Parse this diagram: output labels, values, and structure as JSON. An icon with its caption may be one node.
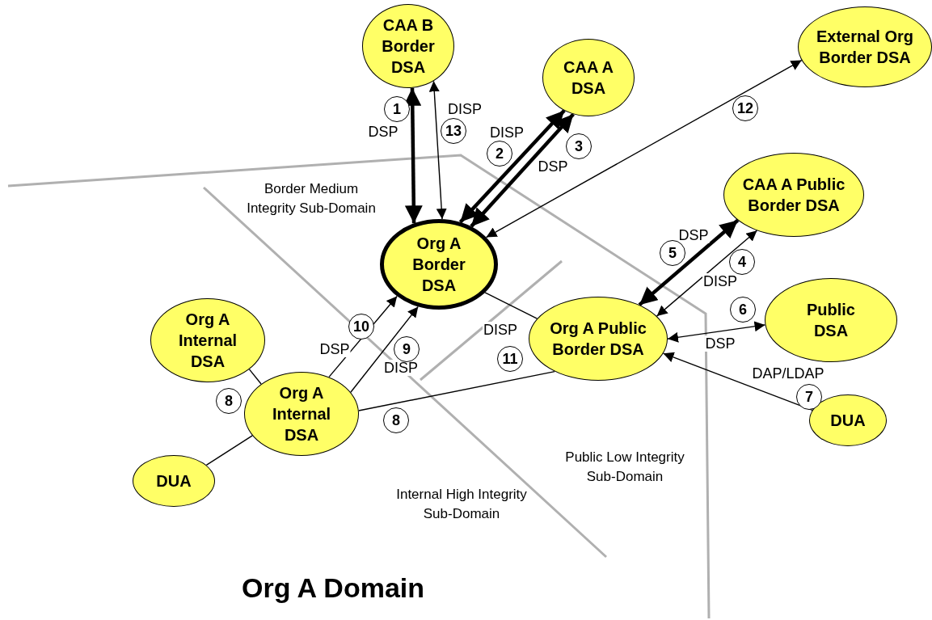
{
  "diagram": {
    "title": "Org A Domain",
    "nodes": [
      {
        "text": [
          "CAA B Border DSA"
        ]
      },
      {
        "text": [
          "CAA A DSA"
        ]
      },
      {
        "text": [
          "External Org Border DSA"
        ]
      },
      {
        "text": [
          "CAA A Public Border DSA"
        ]
      },
      {
        "text": [
          "Org A Border DSA"
        ]
      },
      {
        "text": [
          "Public DSA"
        ]
      },
      {
        "text": [
          "Org A Public Border DSA"
        ]
      },
      {
        "text": [
          "Org A Internal DSA"
        ]
      },
      {
        "text": [
          "Org A Internal DSA"
        ]
      },
      {
        "text": [
          "DUA"
        ]
      },
      {
        "text": [
          "DUA"
        ]
      }
    ],
    "edges": [
      {
        "from": 4,
        "to": 0,
        "arrow": "both",
        "style": "thick",
        "label": "DSP"
      },
      {
        "from": 4,
        "to": 0,
        "arrow": "both",
        "label": "DISP"
      },
      {
        "from": 4,
        "to": 1,
        "arrow": "both",
        "style": "thick",
        "label": "DISP"
      },
      {
        "from": 4,
        "to": 1,
        "arrow": "both",
        "style": "thick",
        "label": "DSP"
      },
      {
        "from": 4,
        "to": 2,
        "arrow": "both"
      },
      {
        "from": 6,
        "to": 3,
        "arrow": "both",
        "style": "thick",
        "label": "DSP"
      },
      {
        "from": 6,
        "to": 3,
        "arrow": "both",
        "label": "DISP"
      },
      {
        "from": 6,
        "to": 5,
        "arrow": "both",
        "label": "DSP"
      },
      {
        "from": 9,
        "to": 6,
        "arrow": "to",
        "label": "DAP/LDAP"
      },
      {
        "from": 8,
        "to": 4,
        "arrow": "to",
        "label": "DSP"
      },
      {
        "from": 8,
        "to": 4,
        "arrow": "to",
        "label": "DISP"
      },
      {
        "from": 4,
        "to": 6,
        "arrow": "none",
        "label": "DISP"
      },
      {
        "from": 8,
        "to": 6,
        "arrow": "none"
      },
      {
        "from": 7,
        "to": 8,
        "arrow": "none"
      },
      {
        "from": 8,
        "to": 10,
        "arrow": "none"
      }
    ],
    "labels": [
      "1",
      "13",
      "2",
      "3",
      "12",
      "Border Medium Integrity Sub-Domain",
      "5",
      "4",
      "6",
      "10",
      "9",
      "11",
      "8",
      "8",
      "7",
      "Public Low Integrity Sub-Domain",
      "Internal High Integrity Sub-Domain"
    ]
  }
}
